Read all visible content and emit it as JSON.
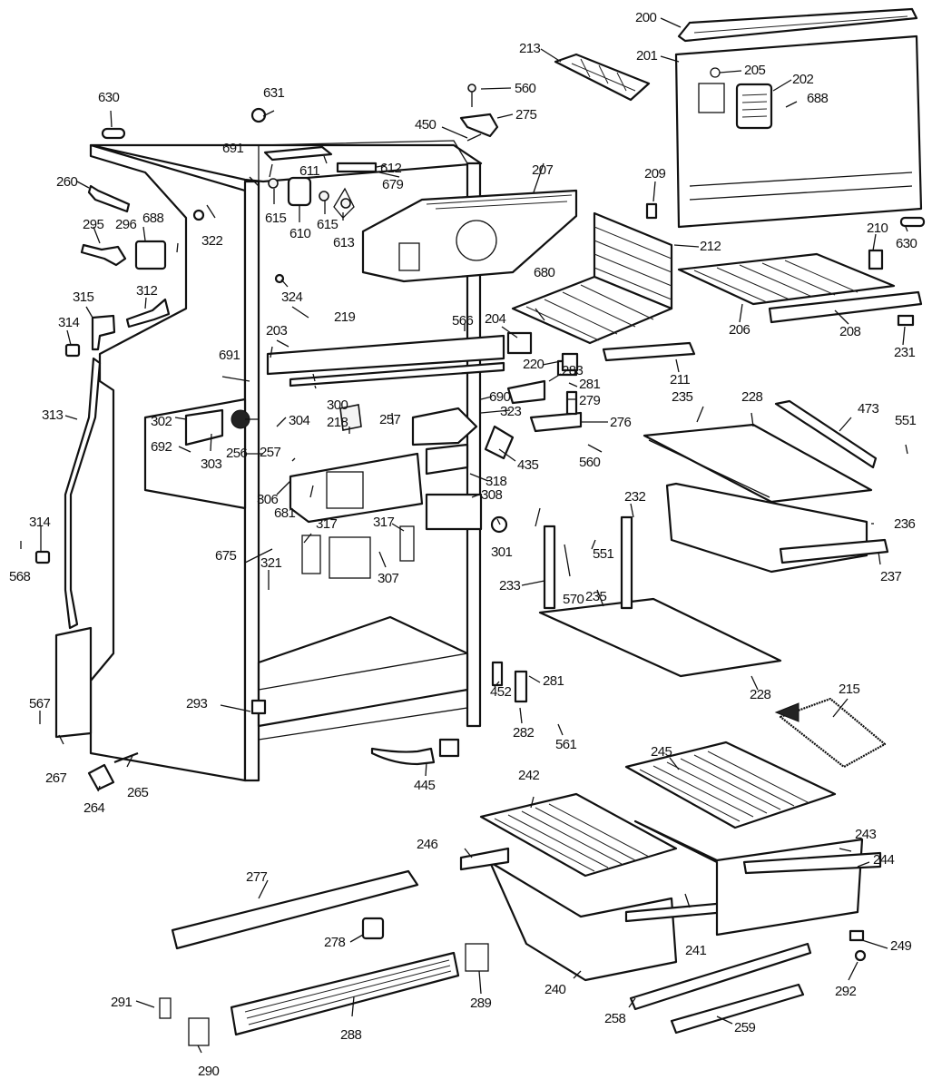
{
  "title": "Refrigerator cabinet and fresh-food section exploded parts diagram",
  "labels": {
    "p200": "200",
    "p201": "201",
    "p202": "202",
    "p203": "203",
    "p204": "204",
    "p205": "205",
    "p206": "206",
    "p207": "207",
    "p208": "208",
    "p209": "209",
    "p210": "210",
    "p211": "211",
    "p212": "212",
    "p213": "213",
    "p215": "215",
    "p218": "218",
    "p219": "219",
    "p220": "220",
    "p228a": "228",
    "p228b": "228",
    "p231": "231",
    "p232": "232",
    "p233": "233",
    "p235a": "235",
    "p235b": "235",
    "p236": "236",
    "p237": "237",
    "p240": "240",
    "p241": "241",
    "p242": "242",
    "p243": "243",
    "p244": "244",
    "p245": "245",
    "p246": "246",
    "p249": "249",
    "p256": "256",
    "p257a": "257",
    "p257b": "257",
    "p258": "258",
    "p259": "259",
    "p260": "260",
    "p264": "264",
    "p265": "265",
    "p267": "267",
    "p275": "275",
    "p276": "276",
    "p277": "277",
    "p278": "278",
    "p279": "279",
    "p281a": "281",
    "p281b": "281",
    "p282": "282",
    "p283": "283",
    "p288": "288",
    "p289": "289",
    "p290": "290",
    "p291": "291",
    "p292": "292",
    "p293": "293",
    "p295": "295",
    "p296": "296",
    "p300": "300",
    "p301": "301",
    "p302": "302",
    "p303": "303",
    "p304": "304",
    "p306": "306",
    "p307": "307",
    "p308": "308",
    "p312": "312",
    "p313": "313",
    "p314a": "314",
    "p314b": "314",
    "p315": "315",
    "p317a": "317",
    "p317b": "317",
    "p318": "318",
    "p321": "321",
    "p322": "322",
    "p323": "323",
    "p324": "324",
    "p435": "435",
    "p445": "445",
    "p450": "450",
    "p452": "452",
    "p473": "473",
    "p551a": "551",
    "p551b": "551",
    "p560a": "560",
    "p560b": "560",
    "p561": "561",
    "p566": "566",
    "p567": "567",
    "p568": "568",
    "p570": "570",
    "p610": "610",
    "p611": "611",
    "p612": "612",
    "p613": "613",
    "p615a": "615",
    "p615b": "615",
    "p630a": "630",
    "p630b": "630",
    "p631": "631",
    "p675": "675",
    "p679": "679",
    "p680": "680",
    "p681": "681",
    "p688a": "688",
    "p688b": "688",
    "p690": "690",
    "p691a": "691",
    "p691b": "691",
    "p692": "692"
  }
}
